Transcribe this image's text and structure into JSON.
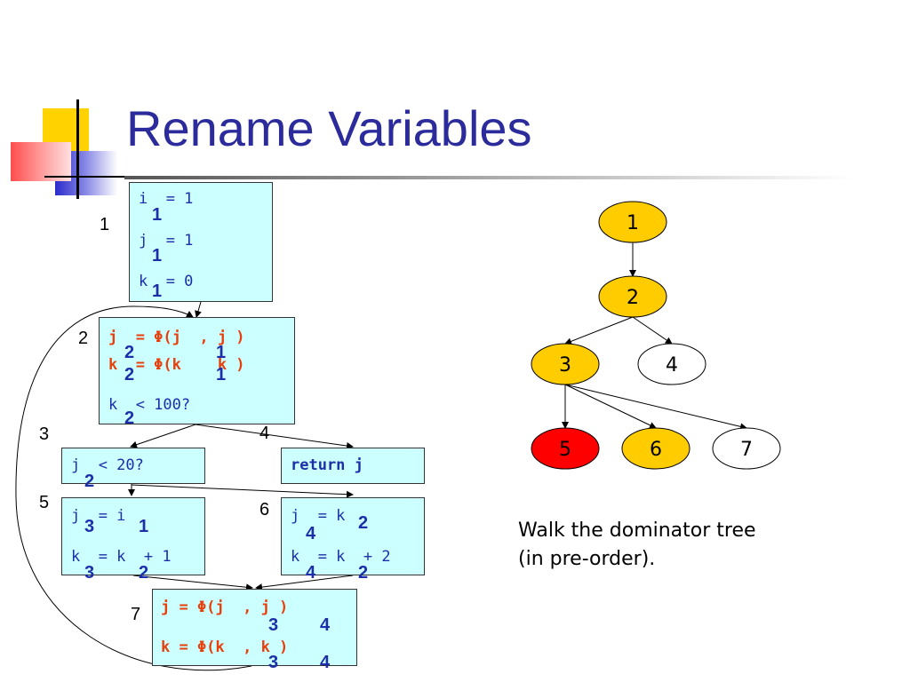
{
  "title": "Rename Variables",
  "caption_lines": [
    "Walk the dominator tree",
    "(in pre-order)."
  ],
  "colors": {
    "title": "#2b2b9c",
    "block_fill": "#ccffff",
    "code_blue": "#1c2fa8",
    "phi_red": "#e8400c",
    "tree_yellow": "#ffcc00",
    "tree_red": "#ff0000",
    "tree_white": "#ffffff"
  },
  "blocks": {
    "b1": {
      "label": "1",
      "lines": [
        {
          "text": "i  = 1",
          "subs": [
            "1"
          ]
        },
        {
          "text": "j  = 1",
          "subs": [
            "1"
          ]
        },
        {
          "text": "k  = 0",
          "subs": [
            "1"
          ]
        }
      ]
    },
    "b2": {
      "label": "2",
      "lines": [
        {
          "text": "j  = Φ(j  , j )",
          "subs": [
            "2",
            "1"
          ]
        },
        {
          "text": "k  = Φ(k    k )",
          "subs": [
            "2",
            "1"
          ]
        },
        {
          "text": "k  < 100?",
          "subs": [
            "2"
          ]
        }
      ]
    },
    "b3": {
      "label": "3",
      "lines": [
        {
          "text": "j  < 20?",
          "subs": [
            "2"
          ]
        }
      ]
    },
    "b4": {
      "label": "4",
      "lines": [
        {
          "text": "return j",
          "subs": []
        }
      ]
    },
    "b5": {
      "label": "5",
      "lines": [
        {
          "text": "j  = i",
          "subs": [
            "3",
            "1"
          ]
        },
        {
          "text": "k  = k  + 1",
          "subs": [
            "3",
            "2"
          ]
        }
      ]
    },
    "b6": {
      "label": "6",
      "lines": [
        {
          "text": "j  = k",
          "subs": [
            "4",
            "2"
          ]
        },
        {
          "text": "k  = k  + 2",
          "subs": [
            "4",
            "2"
          ]
        }
      ]
    },
    "b7": {
      "label": "7",
      "lines": [
        {
          "text": "j = Φ(j  , j )",
          "subs": [
            "3",
            "4"
          ]
        },
        {
          "text": "k = Φ(k  , k )",
          "subs": [
            "3",
            "4"
          ]
        }
      ]
    }
  },
  "tree": {
    "nodes": [
      {
        "id": "1",
        "label": "1",
        "fill": "#ffcc00"
      },
      {
        "id": "2",
        "label": "2",
        "fill": "#ffcc00"
      },
      {
        "id": "3",
        "label": "3",
        "fill": "#ffcc00"
      },
      {
        "id": "4",
        "label": "4",
        "fill": "#ffffff"
      },
      {
        "id": "5",
        "label": "5",
        "fill": "#ff0000"
      },
      {
        "id": "6",
        "label": "6",
        "fill": "#ffcc00"
      },
      {
        "id": "7",
        "label": "7",
        "fill": "#ffffff"
      }
    ],
    "edges": [
      [
        "1",
        "2"
      ],
      [
        "2",
        "3"
      ],
      [
        "2",
        "4"
      ],
      [
        "3",
        "5"
      ],
      [
        "3",
        "6"
      ],
      [
        "3",
        "7"
      ]
    ]
  }
}
